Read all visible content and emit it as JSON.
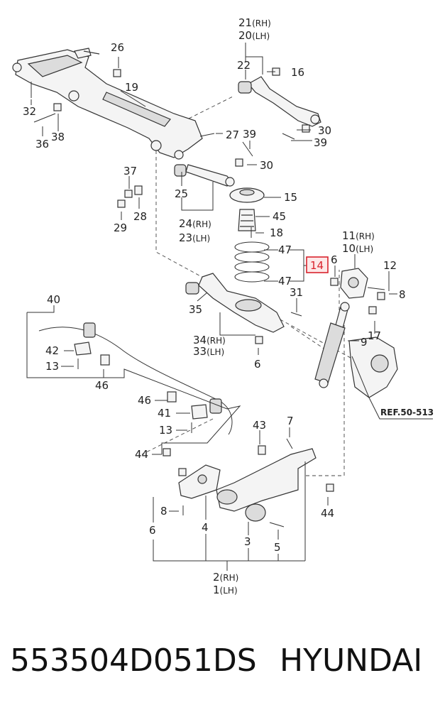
{
  "diagram": {
    "callouts": {
      "c21": "21",
      "c20": "20",
      "c22": "22",
      "c16": "16",
      "c26": "26",
      "c19": "19",
      "c32": "32",
      "c36": "36",
      "c38": "38",
      "c27": "27",
      "c39a": "39",
      "c30a": "30",
      "c30b": "30",
      "c39b": "39",
      "c37": "37",
      "c25": "25",
      "c15": "15",
      "c29": "29",
      "c28": "28",
      "c24": "24",
      "c23": "23",
      "c45": "45",
      "c18": "18",
      "c11": "11",
      "c10": "10",
      "c47a": "47",
      "c47b": "47",
      "c6a": "6",
      "c12": "12",
      "c8a": "8",
      "c40": "40",
      "c35": "35",
      "c31": "31",
      "c17": "17",
      "c34": "34",
      "c33": "33",
      "c9": "9",
      "c42": "42",
      "c13a": "13",
      "c46a": "46",
      "c6b": "6",
      "c46b": "46",
      "c41": "41",
      "c13b": "13",
      "c43": "43",
      "c7": "7",
      "c44a": "44",
      "c44b": "44",
      "c8b": "8",
      "c6c": "6",
      "c4": "4",
      "c3": "3",
      "c5": "5",
      "c2": "2",
      "c1": "1"
    },
    "sides": {
      "rh": "(RH)",
      "lh": "(LH)"
    },
    "highlight": "14",
    "ref": "REF.50-513",
    "colors": {
      "highlight": "#d9232d",
      "line": "#333333"
    }
  },
  "footer": {
    "part_number": "553504D051DS",
    "brand": "HYUNDAI"
  }
}
